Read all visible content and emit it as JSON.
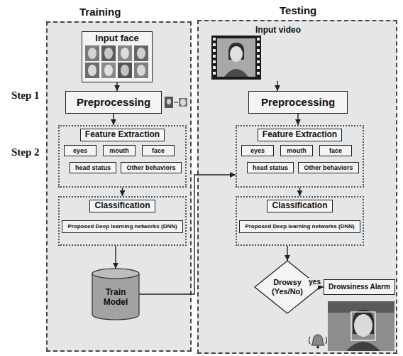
{
  "diagram": {
    "nodes": [
      {
        "text": [
          "Training"
        ]
      },
      {
        "text": [
          "Input face"
        ],
        "in": 0
      },
      {
        "text": [
          "Preprocessing"
        ],
        "in": 0
      },
      {
        "text": [
          "Feature Extraction"
        ],
        "in": 0
      },
      {
        "text": [
          "eyes"
        ],
        "in": 3
      },
      {
        "text": [
          "mouth"
        ],
        "in": 3
      },
      {
        "text": [
          "face"
        ],
        "in": 3
      },
      {
        "text": [
          "head status"
        ],
        "in": 3
      },
      {
        "text": [
          "Other behaviors"
        ],
        "in": 3
      },
      {
        "text": [
          "Classification"
        ],
        "in": 0
      },
      {
        "text": [
          "Proposed Deep learning networks (DNN)"
        ],
        "in": 9
      },
      {
        "text": [
          "Train Model"
        ],
        "in": 0
      },
      {
        "text": [
          "Testing"
        ]
      },
      {
        "text": [
          "Input video"
        ],
        "in": 12
      },
      {
        "text": [
          "Preprocessing"
        ],
        "in": 12
      },
      {
        "text": [
          "Feature Extraction"
        ],
        "in": 12
      },
      {
        "text": [
          "eyes"
        ],
        "in": 15
      },
      {
        "text": [
          "mouth"
        ],
        "in": 15
      },
      {
        "text": [
          "face"
        ],
        "in": 15
      },
      {
        "text": [
          "head status"
        ],
        "in": 15
      },
      {
        "text": [
          "Other behaviors"
        ],
        "in": 15
      },
      {
        "text": [
          "Classification"
        ],
        "in": 12
      },
      {
        "text": [
          "Proposed Deep learning networks (DNN)"
        ],
        "in": 21
      },
      {
        "text": [
          "Drowsy (Yes/No)"
        ],
        "in": 12
      },
      {
        "text": [
          "Drowsiness Alarm"
        ],
        "in": 12
      }
    ],
    "edges": [
      {
        "from": 1,
        "to": 2,
        "arrow": "to"
      },
      {
        "from": 2,
        "to": 3,
        "arrow": "to"
      },
      {
        "from": 3,
        "to": 9,
        "arrow": "to"
      },
      {
        "from": 9,
        "to": 11,
        "arrow": "to"
      },
      {
        "from": 11,
        "to": 15,
        "arrow": "to"
      },
      {
        "from": 13,
        "to": 14,
        "arrow": "to"
      },
      {
        "from": 14,
        "to": 15,
        "arrow": "to"
      },
      {
        "from": 15,
        "to": 21,
        "arrow": "to"
      },
      {
        "from": 21,
        "to": 23,
        "arrow": "to"
      },
      {
        "from": 23,
        "to": 24,
        "label": "yes",
        "arrow": "to"
      }
    ],
    "labels": [
      "Step 1",
      "Step 2"
    ]
  }
}
